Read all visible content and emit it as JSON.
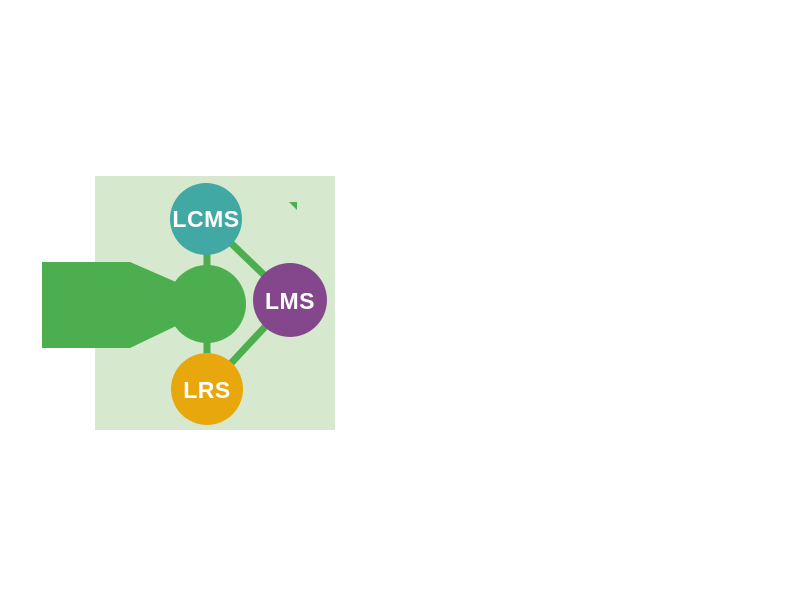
{
  "diagram": {
    "panel": {
      "background": "#d6e8ce"
    },
    "arrow": {
      "color": "#4cae4f"
    },
    "connectors": {
      "color": "#4cae4f"
    },
    "hub": {
      "color": "#4cae4f"
    },
    "marker": {
      "color": "#4cae4f"
    },
    "nodes": [
      {
        "id": "lcms",
        "label": "LCMS",
        "color": "#42a8a4",
        "label_color": "#ffffff"
      },
      {
        "id": "lms",
        "label": "LMS",
        "color": "#85478c",
        "label_color": "#ffffff"
      },
      {
        "id": "lrs",
        "label": "LRS",
        "color": "#e8a70c",
        "label_color": "#ffffff"
      }
    ]
  }
}
